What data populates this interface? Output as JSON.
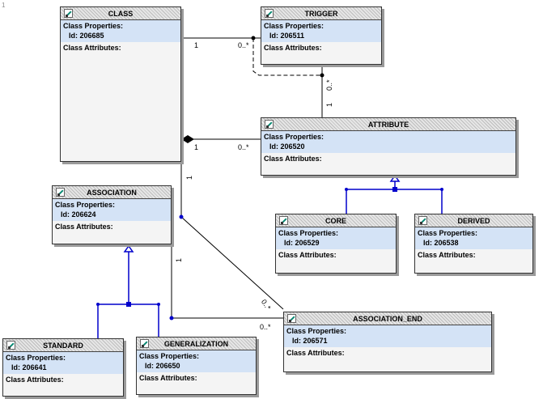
{
  "corner_mark": "1",
  "labels": {
    "class_properties": "Class Properties:",
    "class_attributes": "Class Attributes:"
  },
  "classes": {
    "class": {
      "name": "CLASS",
      "id": "Id: 206685"
    },
    "trigger": {
      "name": "TRIGGER",
      "id": "Id: 206511"
    },
    "attribute": {
      "name": "ATTRIBUTE",
      "id": "Id: 206520"
    },
    "association": {
      "name": "ASSOCIATION",
      "id": "Id: 206624"
    },
    "core": {
      "name": "CORE",
      "id": "Id: 206529"
    },
    "derived": {
      "name": "DERIVED",
      "id": "Id: 206538"
    },
    "standard": {
      "name": "STANDARD",
      "id": "Id: 206641"
    },
    "generalization": {
      "name": "GENERALIZATION",
      "id": "Id: 206650"
    },
    "association_end": {
      "name": "ASSOCIATION_END",
      "id": "Id: 206571"
    }
  },
  "multiplicities": {
    "class_trigger_one": "1",
    "class_trigger_many": "0..*",
    "trigger_attribute_many": "0..*",
    "trigger_attribute_one": "1",
    "class_attribute_one": "1",
    "class_attribute_many": "0..*",
    "class_assocend_one": "1",
    "class_assocend_many": "0..*",
    "assoc_assocend_one": "1",
    "assoc_assocend_many": "0..*"
  },
  "colors": {
    "association_line": "#000000",
    "inheritance_line": "#0000cc",
    "properties_band": "#d4e3f6",
    "box_background": "#f4f4f4"
  }
}
